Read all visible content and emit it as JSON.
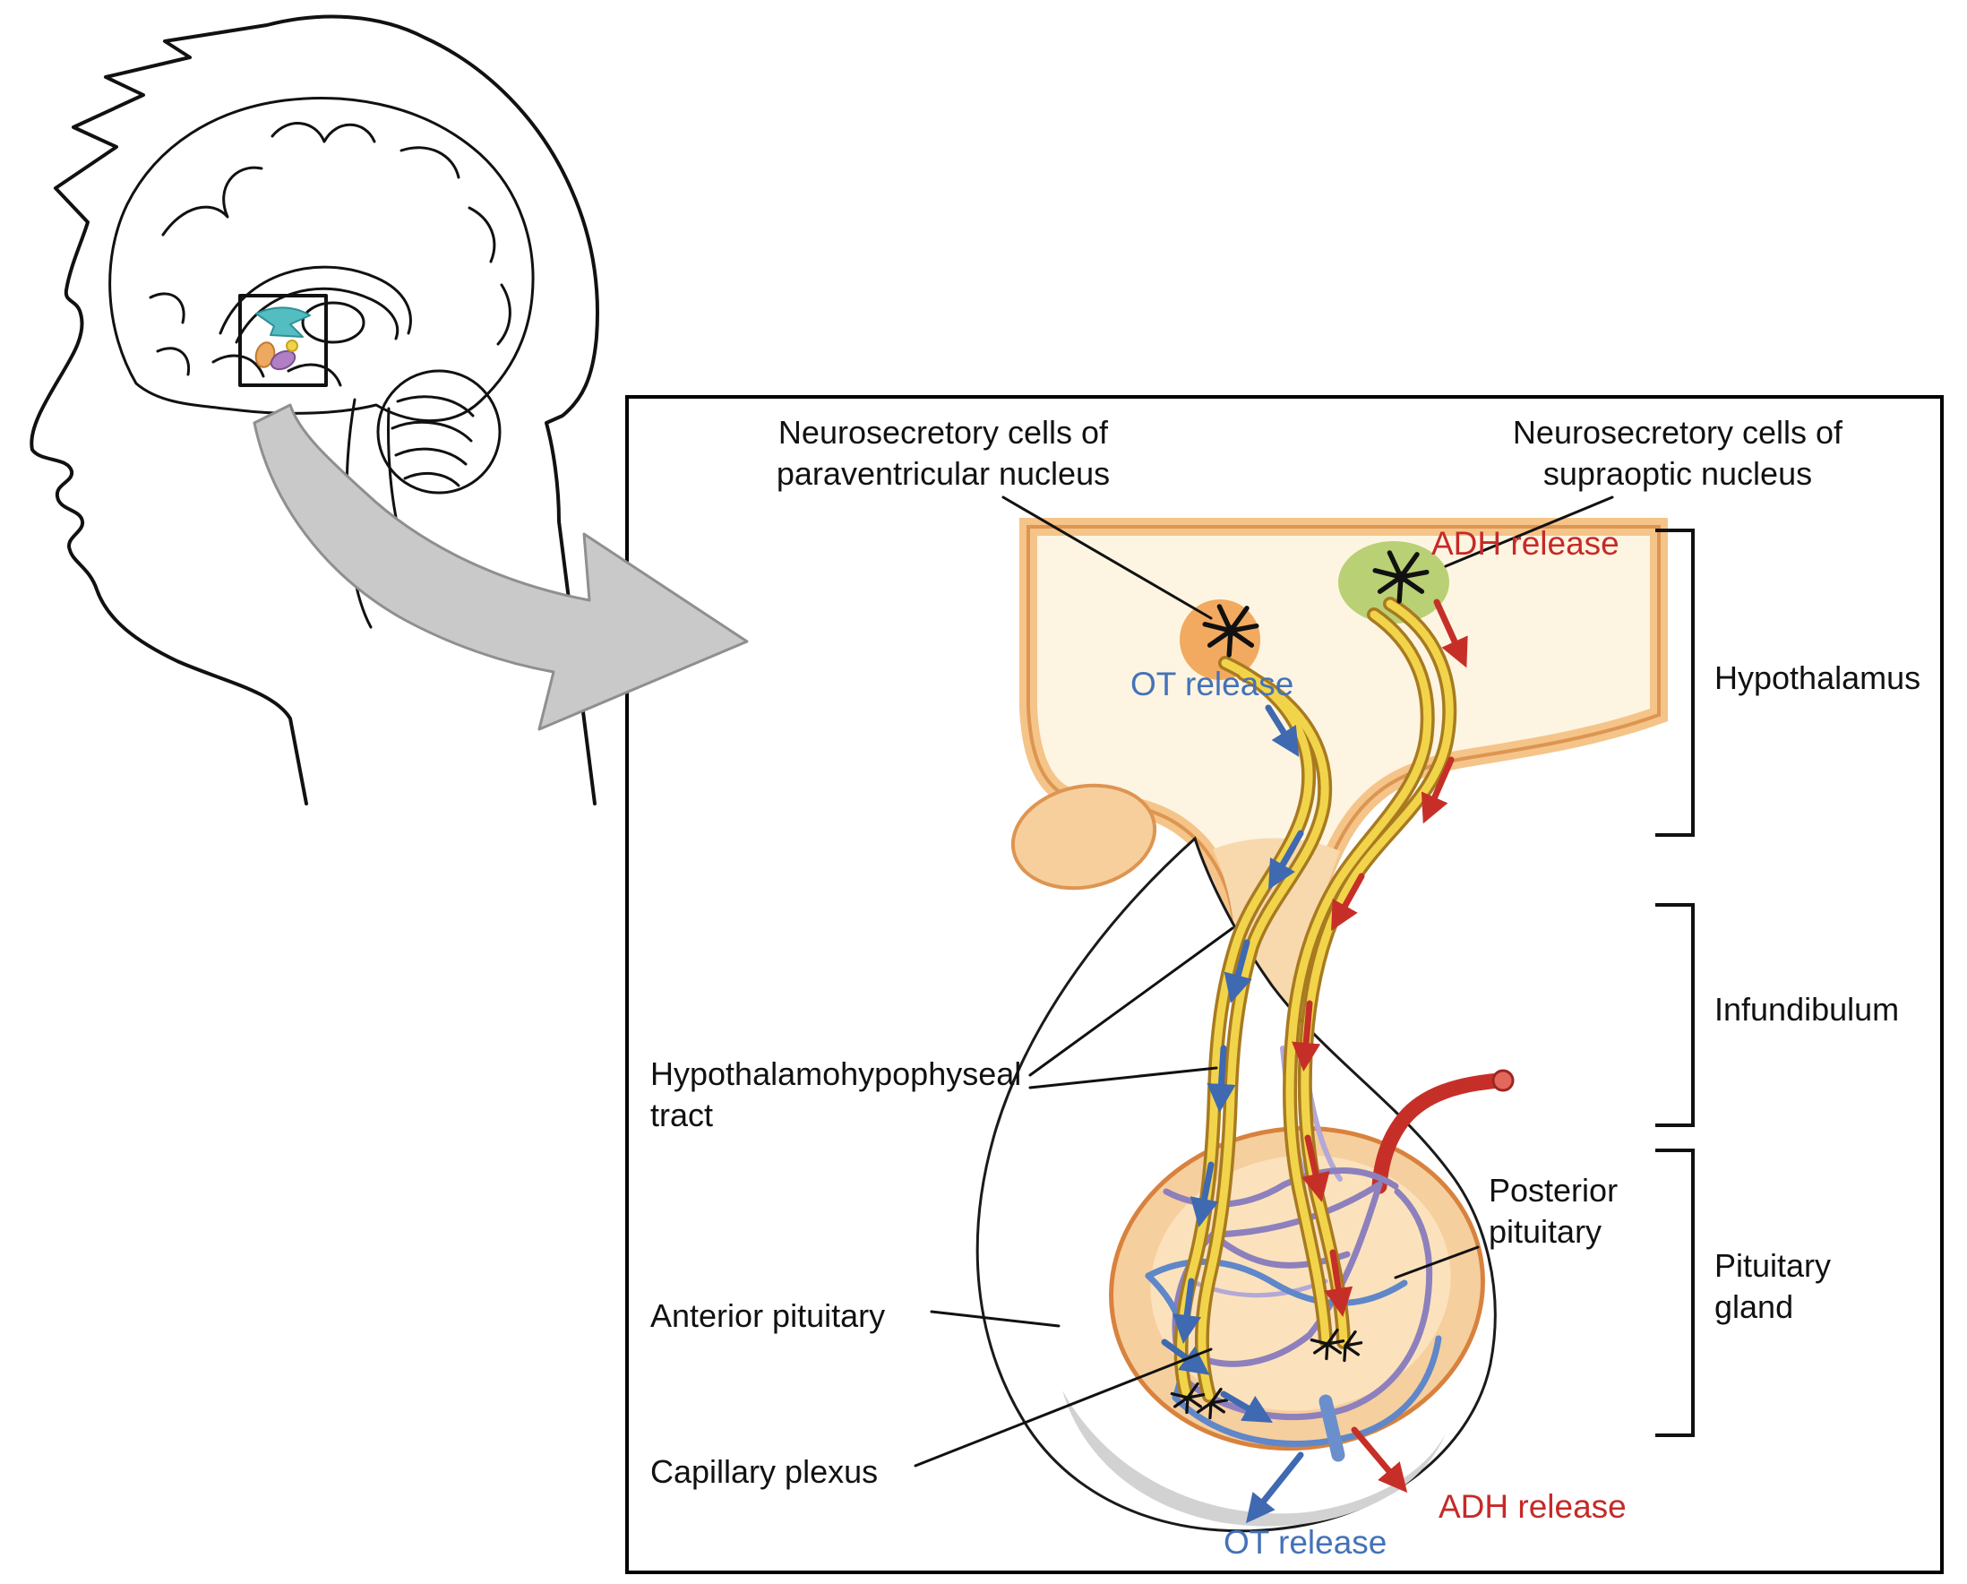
{
  "labels": {
    "paraventricular_line1": "Neurosecretory cells of",
    "paraventricular_line2": "paraventricular nucleus",
    "supraoptic_line1": "Neurosecretory cells of",
    "supraoptic_line2": "supraoptic nucleus",
    "adh_release_top": "ADH release",
    "ot_release_top": "OT release",
    "hypothalamus": "Hypothalamus",
    "infundibulum": "Infundibulum",
    "pituitary_gland_line1": "Pituitary",
    "pituitary_gland_line2": "gland",
    "tract_line1": "Hypothalamohypophyseal",
    "tract_line2": "tract",
    "anterior_pituitary": "Anterior pituitary",
    "capillary_plexus": "Capillary plexus",
    "posterior_pituitary_line1": "Posterior",
    "posterior_pituitary_line2": "pituitary",
    "ot_release_bottom": "OT release",
    "adh_release_bottom": "ADH release"
  },
  "colors": {
    "adh_red": "#c52a28",
    "ot_blue": "#4472b8",
    "tissue_border": "#dd9552",
    "tissue_band": "#f5c489",
    "tissue_pale": "#fdf5e2",
    "nerve_yellow": "#f2d44b",
    "nerve_outline": "#a87a20",
    "nucleus_green": "#b9d075",
    "nucleus_orange": "#f2aa60",
    "vessel_purple": "#8d80bd",
    "vessel_blue": "#5f87c9",
    "artery_red": "#c62f28",
    "zoom_arrow_gray": "#c9c9c9"
  }
}
